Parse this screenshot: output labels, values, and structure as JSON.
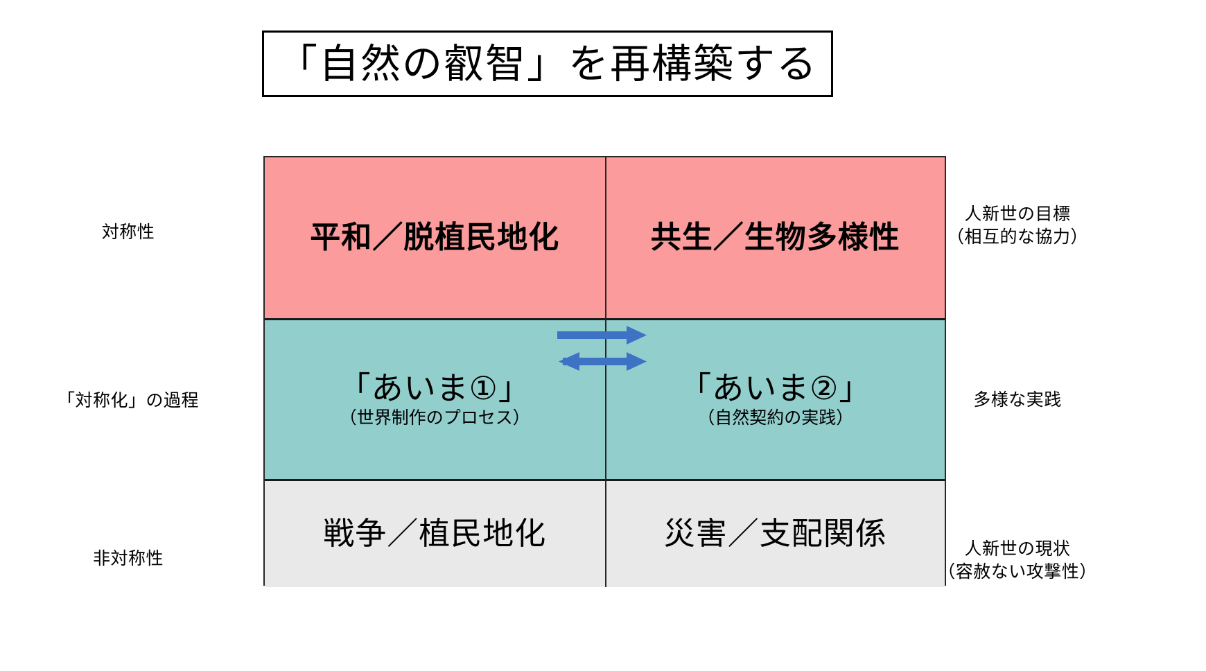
{
  "title": {
    "text": "「自然の叡智」を再構築する"
  },
  "matrix": {
    "rows": [
      {
        "id": "goal",
        "left_axis_label": "対称性",
        "right_axis_label": "人新世の目標\n（相互的な協力）",
        "right_axis_line1": "人新世の目標",
        "right_axis_line2": "（相互的な協力）",
        "color": "#fb9b9b",
        "cells": [
          {
            "main": "平和／脱植民地化",
            "sub": ""
          },
          {
            "main": "共生／生物多様性",
            "sub": ""
          }
        ]
      },
      {
        "id": "middle",
        "left_axis_label": "「対称化」の過程",
        "right_axis_label": "多様な実践",
        "right_axis_line1": "多様な実践",
        "right_axis_line2": "",
        "color": "#92cecc",
        "cells": [
          {
            "main": "「あいま①」",
            "sub": "（世界制作のプロセス）"
          },
          {
            "main": "「あいま②」",
            "sub": "（自然契約の実践）"
          }
        ]
      },
      {
        "id": "current",
        "left_axis_label": "非対称性",
        "right_axis_label": "人新世の現状\n（容赦ない攻撃性）",
        "right_axis_line1": "人新世の現状",
        "right_axis_line2": "（容赦ない攻撃性）",
        "color": "#e9e9e9",
        "cells": [
          {
            "main": "戦争／植民地化",
            "sub": ""
          },
          {
            "main": "災害／支配関係",
            "sub": ""
          }
        ]
      }
    ],
    "arrows": {
      "color": "#3d72c4",
      "top": {
        "direction": "right",
        "label": ""
      },
      "bottom": {
        "direction": "both",
        "label": ""
      }
    }
  }
}
